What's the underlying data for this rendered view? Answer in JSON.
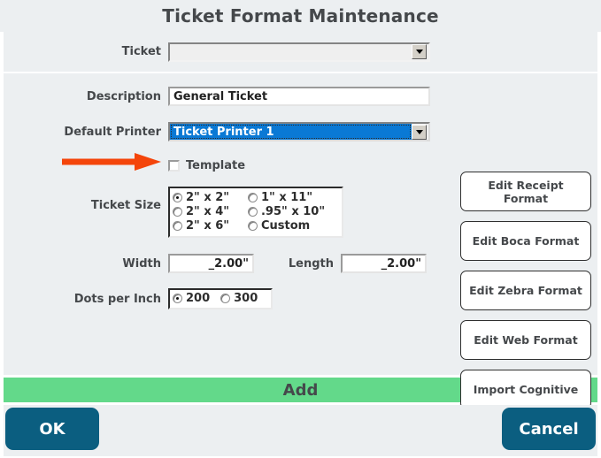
{
  "page": {
    "title": "Ticket Format Maintenance",
    "accent_green": "#63d98a",
    "accent_teal": "#0b5e80",
    "accent_blue": "#0a79d5",
    "annotation_arrow_color": "#f4450b",
    "panel_bg": "#eceff1"
  },
  "form": {
    "ticket": {
      "label": "Ticket",
      "value": "",
      "placeholder": ""
    },
    "description": {
      "label": "Description",
      "value": "General Ticket"
    },
    "default_printer": {
      "label": "Default Printer",
      "value": "Ticket Printer 1",
      "selected": true
    },
    "template": {
      "label": "Template",
      "checked": false
    },
    "ticket_size": {
      "label": "Ticket Size",
      "options": [
        {
          "label": "2\" x 2\"",
          "selected": true
        },
        {
          "label": "1\" x 11\"",
          "selected": false
        },
        {
          "label": "2\" x 4\"",
          "selected": false
        },
        {
          "label": ".95\" x 10\"",
          "selected": false
        },
        {
          "label": "2\" x 6\"",
          "selected": false
        },
        {
          "label": "Custom",
          "selected": false
        }
      ]
    },
    "width": {
      "label": "Width",
      "value": "_2.00\""
    },
    "length": {
      "label": "Length",
      "value": "_2.00\""
    },
    "dots_per_inch": {
      "label": "Dots per Inch",
      "options": [
        {
          "label": "200",
          "selected": true
        },
        {
          "label": "300",
          "selected": false
        }
      ]
    }
  },
  "side_buttons": [
    {
      "label": "Edit Receipt Format"
    },
    {
      "label": "Edit Boca Format"
    },
    {
      "label": "Edit Zebra Format"
    },
    {
      "label": "Edit Web Format"
    },
    {
      "label": "Import Cognitive"
    }
  ],
  "actions": {
    "add_label": "Add",
    "ok_label": "OK",
    "cancel_label": "Cancel"
  }
}
